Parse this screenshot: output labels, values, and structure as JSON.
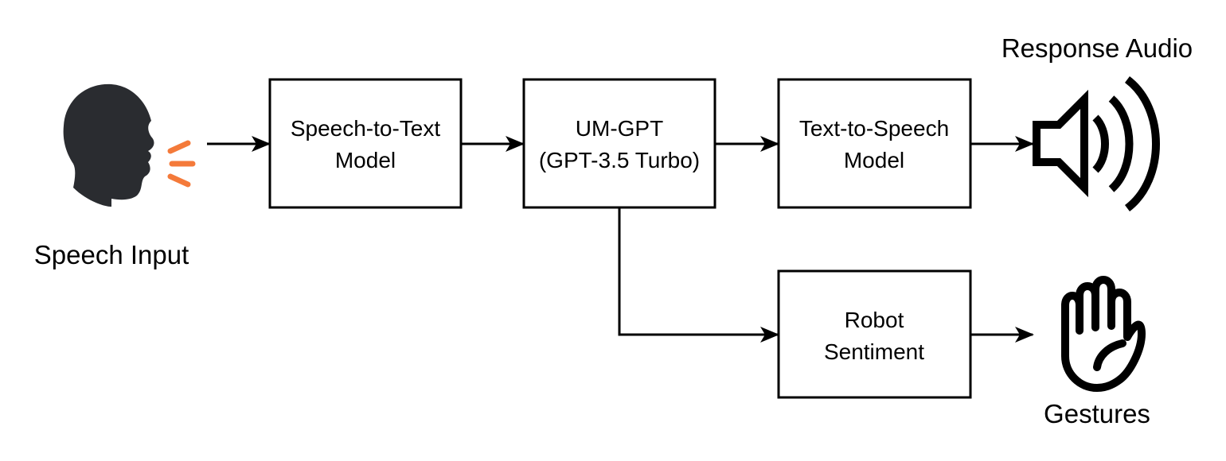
{
  "diagram": {
    "inputs": {
      "speech_input_label": "Speech Input"
    },
    "blocks": {
      "stt": {
        "line1": "Speech-to-Text",
        "line2": "Model"
      },
      "llm": {
        "line1": "UM-GPT",
        "line2": "(GPT-3.5 Turbo)"
      },
      "tts": {
        "line1": "Text-to-Speech",
        "line2": "Model"
      },
      "sentiment": {
        "line1": "Robot",
        "line2": "Sentiment"
      }
    },
    "outputs": {
      "response_audio_label": "Response Audio",
      "gestures_label": "Gestures"
    },
    "icons": {
      "speaker_head": "speaking-head-icon",
      "audio": "speaker-volume-icon",
      "gesture": "raised-hand-icon"
    },
    "colors": {
      "stroke": "#000000",
      "head": "#2a2c30",
      "sound_waves": "#f47a3a",
      "background": "#ffffff"
    }
  }
}
